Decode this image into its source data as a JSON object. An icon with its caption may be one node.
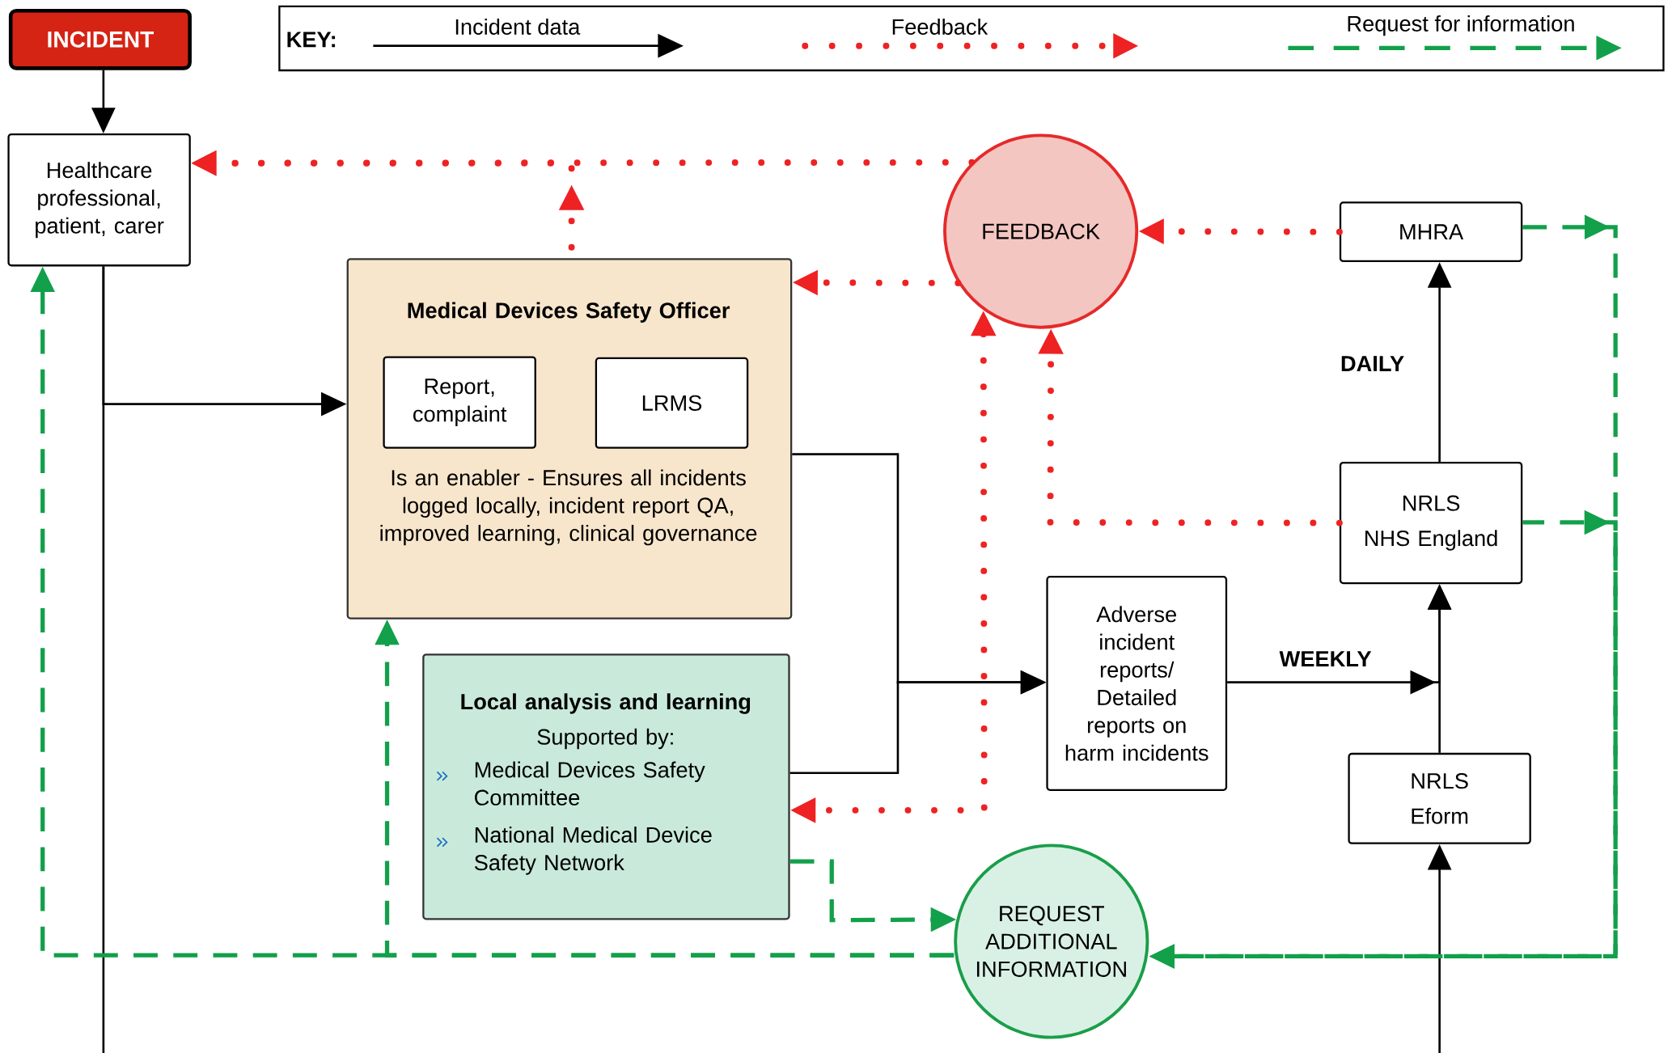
{
  "diagram": {
    "nodes": [
      {
        "text": [
          "INCIDENT"
        ]
      },
      {
        "text": [
          "Healthcare professional, patient, carer"
        ]
      },
      {
        "text": [
          "Medical Devices Safety Officer",
          "Is an enabler - Ensures all incidents logged locally, incident report QA, improved learning, clinical governance"
        ]
      },
      {
        "text": [
          "Report, complaint"
        ],
        "in": 2
      },
      {
        "text": [
          "LRMS"
        ],
        "in": 2
      },
      {
        "text": [
          "Local analysis and learning",
          "Supported by:",
          "Medical Devices Safety Committee",
          "National Medical Device Safety Network"
        ]
      },
      {
        "text": [
          "FEEDBACK"
        ]
      },
      {
        "text": [
          "MHRA"
        ]
      },
      {
        "text": [
          "NRLS",
          "NHS England"
        ]
      },
      {
        "text": [
          "Adverse incident reports/ Detailed reports on harm incidents"
        ]
      },
      {
        "text": [
          "NRLS",
          "Eform"
        ]
      },
      {
        "text": [
          "REQUEST ADDITIONAL INFORMATION"
        ]
      }
    ],
    "edges": [
      {
        "from": 0,
        "to": 1,
        "arrow": "to"
      },
      {
        "from": 1,
        "to": null,
        "arrow": "none"
      },
      {
        "from": 1,
        "to": 2,
        "arrow": "to"
      },
      {
        "from": 2,
        "to": 9,
        "arrow": "to"
      },
      {
        "from": 5,
        "to": 9,
        "arrow": "to"
      },
      {
        "from": 9,
        "to": 8,
        "arrow": "to",
        "label": "WEEKLY"
      },
      {
        "from": 10,
        "to": 8,
        "arrow": "to"
      },
      {
        "from": null,
        "to": 10,
        "arrow": "to"
      },
      {
        "from": 8,
        "to": 7,
        "arrow": "to",
        "label": "DAILY"
      },
      {
        "from": 6,
        "to": 1,
        "arrow": "to",
        "style": "dashed",
        "color": "#ee2222"
      },
      {
        "from": 2,
        "to": 1,
        "arrow": "to",
        "style": "dashed",
        "color": "#ee2222"
      },
      {
        "from": 6,
        "to": 2,
        "arrow": "to",
        "style": "dashed",
        "color": "#ee2222"
      },
      {
        "from": 7,
        "to": 6,
        "arrow": "to",
        "style": "dashed",
        "color": "#ee2222"
      },
      {
        "from": 8,
        "to": 6,
        "arrow": "to",
        "style": "dashed",
        "color": "#ee2222"
      },
      {
        "from": 6,
        "to": 5,
        "arrow": "both",
        "style": "dashed",
        "color": "#ee2222"
      },
      {
        "from": 5,
        "to": 11,
        "arrow": "to",
        "style": "dashed",
        "color": "#12a04a"
      },
      {
        "from": 11,
        "to": 1,
        "arrow": "to",
        "style": "dashed",
        "color": "#12a04a"
      },
      {
        "from": 11,
        "to": 2,
        "arrow": "to",
        "style": "dashed",
        "color": "#12a04a"
      },
      {
        "from": 7,
        "to": 11,
        "arrow": "to",
        "style": "dashed",
        "color": "#12a04a"
      },
      {
        "from": 8,
        "to": 11,
        "arrow": "to",
        "style": "dashed",
        "color": "#12a04a"
      }
    ],
    "labels": [
      "KEY:"
    ],
    "legend": [
      {
        "text": "Incident data"
      },
      {
        "text": "Feedback"
      },
      {
        "text": "Request for information"
      }
    ]
  }
}
